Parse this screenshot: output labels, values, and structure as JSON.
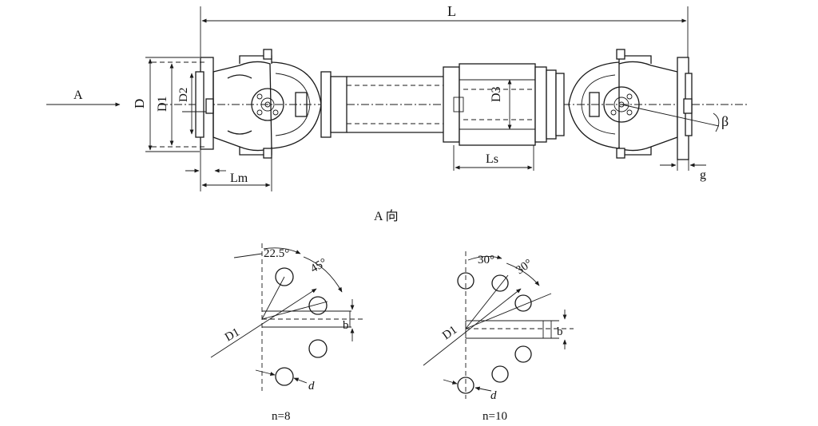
{
  "side_view": {
    "dims": {
      "L": "L",
      "D": "D",
      "D1": "D1",
      "D2": "D2",
      "D3": "D3",
      "Lm": "Lm",
      "Ls": "Ls",
      "beta": "β",
      "g": "g"
    },
    "direction_arrow_label": "A"
  },
  "view_title": "A 向",
  "flange_8": {
    "angle_a": "22.5°",
    "angle_b": "45°",
    "dia_label": "D1",
    "key_label": "b",
    "hole_label": "d",
    "caption": "n=8"
  },
  "flange_10": {
    "angle_a": "30°",
    "angle_b": "30°",
    "dia_label": "D1",
    "key_label": "b",
    "hole_label": "d",
    "caption": "n=10"
  }
}
